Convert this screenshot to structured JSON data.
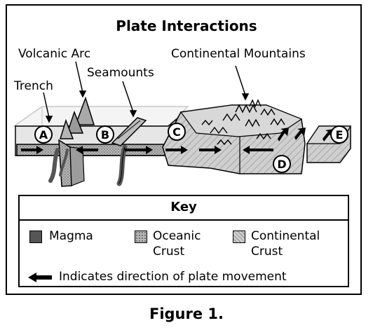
{
  "title": "Plate Interactions",
  "labels": {
    "volcanic_arc": "Volcanic Arc",
    "seamounts": "Seamounts",
    "trench": "Trench",
    "continental_mountains": "Continental Mountains"
  },
  "markers": [
    "A",
    "B",
    "C",
    "D",
    "E"
  ],
  "key": {
    "title": "Key",
    "items": [
      {
        "label_line1": "Magma",
        "label_line2": "",
        "color": "#555555"
      },
      {
        "label_line1": "Oceanic",
        "label_line2": "Crust",
        "color": "#b5b5b5"
      },
      {
        "label_line1": "Continental",
        "label_line2": "Crust",
        "color": "#cfcfcf"
      }
    ],
    "arrow_label": "Indicates direction of plate movement"
  },
  "caption": "Figure 1.",
  "colors": {
    "magma": "#555555",
    "oceanic_crust": "#b5b5b5",
    "continental_crust": "#cfcfcf",
    "outline": "#000000"
  }
}
